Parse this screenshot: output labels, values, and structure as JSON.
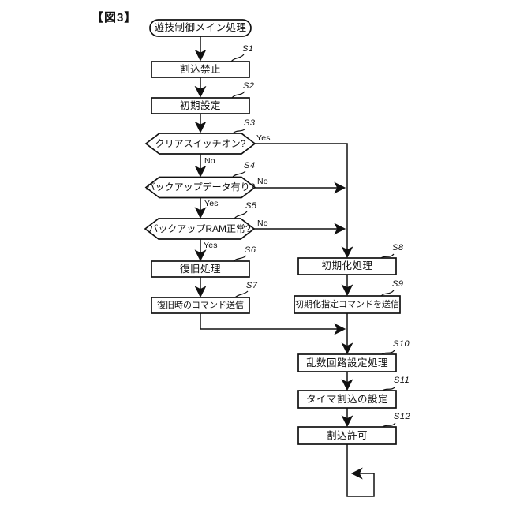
{
  "figure": {
    "title": "【図3】",
    "type": "flowchart",
    "colors": {
      "ink": "#111111",
      "background": "#ffffff"
    }
  },
  "flowchart": {
    "start": {
      "label": "遊技制御メイン処理"
    },
    "steps": [
      {
        "id": "S1",
        "label": "割込禁止",
        "shape": "process"
      },
      {
        "id": "S2",
        "label": "初期設定",
        "shape": "process"
      },
      {
        "id": "S3",
        "label": "クリアスイッチオン?",
        "shape": "decision",
        "branch_right": "Yes",
        "branch_down": "No"
      },
      {
        "id": "S4",
        "label": "バックアップデータ有り?",
        "shape": "decision",
        "branch_right": "No",
        "branch_down": "Yes"
      },
      {
        "id": "S5",
        "label": "バックアップRAM正常?",
        "shape": "decision",
        "branch_right": "No",
        "branch_down": "Yes"
      },
      {
        "id": "S6",
        "label": "復旧処理",
        "shape": "process"
      },
      {
        "id": "S7",
        "label": "復旧時のコマンド送信",
        "shape": "process"
      },
      {
        "id": "S8",
        "label": "初期化処理",
        "shape": "process"
      },
      {
        "id": "S9",
        "label": "初期化指定コマンドを送信",
        "shape": "process"
      },
      {
        "id": "S10",
        "label": "乱数回路設定処理",
        "shape": "process"
      },
      {
        "id": "S11",
        "label": "タイマ割込の設定",
        "shape": "process"
      },
      {
        "id": "S12",
        "label": "割込許可",
        "shape": "process"
      }
    ]
  }
}
